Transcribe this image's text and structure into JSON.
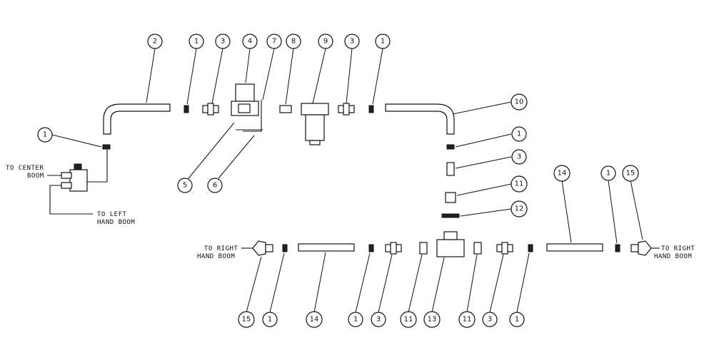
{
  "callouts": [
    {
      "id": "c2a",
      "number": "2"
    },
    {
      "id": "c1a",
      "number": "1"
    },
    {
      "id": "c3a",
      "number": "3"
    },
    {
      "id": "c4a",
      "number": "4"
    },
    {
      "id": "c7a",
      "number": "7"
    },
    {
      "id": "c8a",
      "number": "8"
    },
    {
      "id": "c9a",
      "number": "9"
    },
    {
      "id": "c3b",
      "number": "3"
    },
    {
      "id": "c1b",
      "number": "1"
    },
    {
      "id": "c10a",
      "number": "10"
    },
    {
      "id": "c1c",
      "number": "1"
    },
    {
      "id": "c5a",
      "number": "5"
    },
    {
      "id": "c6a",
      "number": "6"
    },
    {
      "id": "c1d",
      "number": "1"
    },
    {
      "id": "c3c",
      "number": "3"
    },
    {
      "id": "c11a",
      "number": "11"
    },
    {
      "id": "c12a",
      "number": "12"
    },
    {
      "id": "c14a",
      "number": "14"
    },
    {
      "id": "c1e",
      "number": "1"
    },
    {
      "id": "c15a",
      "number": "15"
    },
    {
      "id": "c15b",
      "number": "15"
    },
    {
      "id": "c1f",
      "number": "1"
    },
    {
      "id": "c14b",
      "number": "14"
    },
    {
      "id": "c1g",
      "number": "1"
    },
    {
      "id": "c3d",
      "number": "3"
    },
    {
      "id": "c11b",
      "number": "11"
    },
    {
      "id": "c13a",
      "number": "13"
    },
    {
      "id": "c11c",
      "number": "11"
    },
    {
      "id": "c3e",
      "number": "3"
    },
    {
      "id": "c1h",
      "number": "1"
    }
  ],
  "labels": {
    "center_boom_1": "TO CENTER",
    "center_boom_2": "BOOM",
    "left_boom_1": "TO LEFT",
    "left_boom_2": "HAND BOOM",
    "right_boom_left_1": "TO RIGHT",
    "right_boom_left_2": "HAND BOOM",
    "right_boom_right_1": "TO RIGHT",
    "right_boom_right_2": "HAND BOOM"
  }
}
